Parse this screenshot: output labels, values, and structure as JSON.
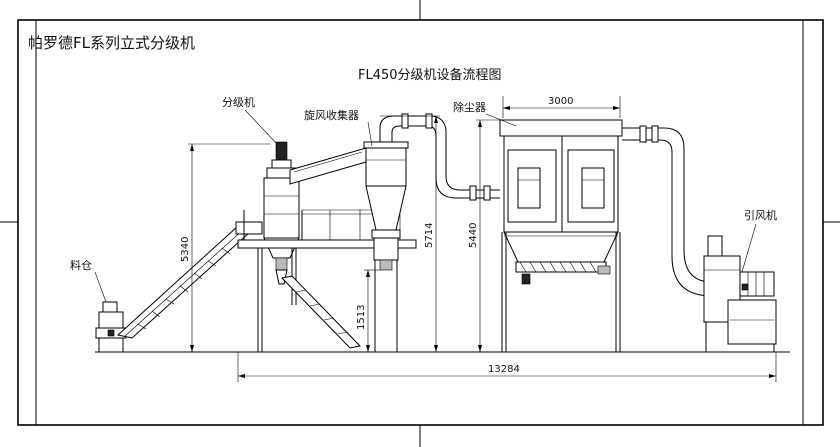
{
  "header": {
    "title": "帕罗德FL系列立式分级机",
    "subtitle": "FL450分级机设备流程图"
  },
  "labels": {
    "classifier": "分级机",
    "cyclone_collector": "旋风收集器",
    "dust_collector": "除尘器",
    "induced_fan": "引风机",
    "hopper": "料仓"
  },
  "dimensions": {
    "dust_collector_width": "3000",
    "classifier_height": "5340",
    "cyclone_height": "5714",
    "dust_collector_height": "5440",
    "cyclone_outlet_height": "1513",
    "total_length": "13284"
  }
}
